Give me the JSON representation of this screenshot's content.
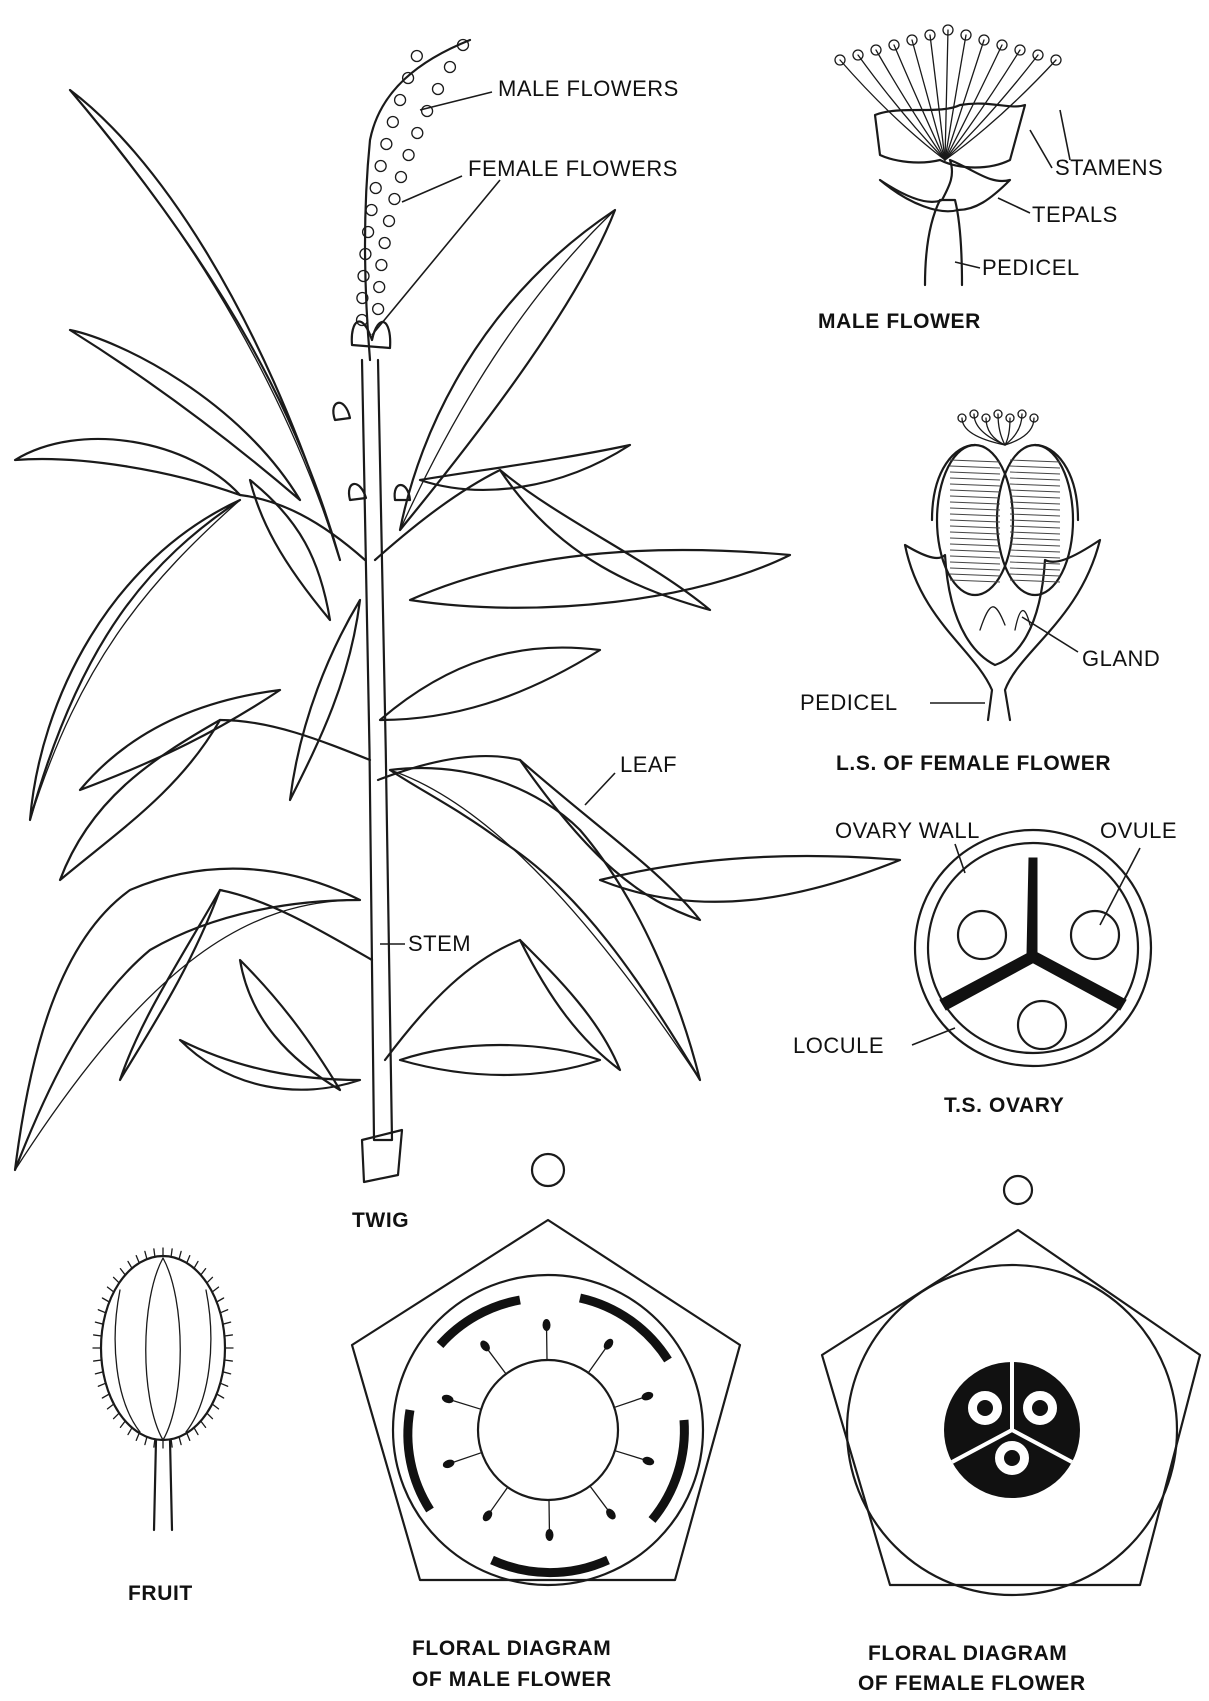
{
  "labels": {
    "male_flowers": "MALE FLOWERS",
    "female_flowers": "FEMALE FLOWERS",
    "stamens": "STAMENS",
    "tepals": "TEPALS",
    "pedicel_male": "PEDICEL",
    "male_flower_caption": "MALE FLOWER",
    "gland": "GLAND",
    "pedicel_female": "PEDICEL",
    "ls_female_caption": "L.S. OF FEMALE FLOWER",
    "ovary_wall": "OVARY WALL",
    "ovule": "OVULE",
    "leaf": "LEAF",
    "stem": "STEM",
    "locule": "LOCULE",
    "ts_ovary_caption": "T.S. OVARY",
    "twig_caption": "TWIG",
    "fruit_caption": "FRUIT",
    "floral_male_line1": "FLORAL DIAGRAM",
    "floral_male_line2": "OF MALE FLOWER",
    "floral_female_line1": "FLORAL  DIAGRAM",
    "floral_female_line2": "OF FEMALE FLOWER"
  }
}
